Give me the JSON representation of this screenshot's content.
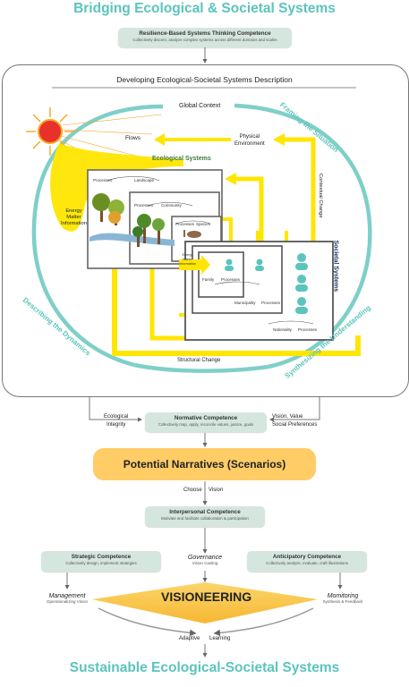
{
  "title": "Bridging Ecological & Societal Systems",
  "footer_title": "Sustainable Ecological-Societal Systems",
  "resilience": {
    "title": "Resilience-Based Systems Thinking Competence",
    "subtitle": "Collectively discern, analyze complex systems across different domains and scales"
  },
  "frame_title": "Developing Ecological-Societal Systems Description",
  "global_context": "Global Context",
  "flows": "Flows",
  "physical_environment": [
    "Physical",
    "Environment"
  ],
  "energy_matter_info": [
    "Energy",
    "Matter",
    "Information"
  ],
  "ecological_systems": "Ecological Systems",
  "societal_systems": "Societal Systems",
  "contextual_change": "Contextual Change",
  "structural_change": "Structural Change",
  "eco_labels": {
    "processes": "Processes",
    "landscape": "Landscape",
    "community": "Community",
    "species": "Species"
  },
  "soc_labels": {
    "family": "Family",
    "processes": "Processes",
    "municipality": "Municipality",
    "nationality": "Nationality"
  },
  "inner_energy": [
    "Energy",
    "Matter",
    "Information"
  ],
  "cycle": {
    "framing": "Framing the Situation",
    "describing": "Describing the Dynamics",
    "synthesizing": "Synthesizing the Understanding"
  },
  "ecological_integrity": [
    "Ecological",
    "Integrity"
  ],
  "vision_value": [
    "Vision, Value",
    "Social Preferences"
  ],
  "normative": {
    "title": "Normative Competence",
    "subtitle": "Collectively map, apply, reconcile values, justice, goals"
  },
  "narratives": "Potential Narratives (Scenarios)",
  "choose": "Choose",
  "vision": "Vision",
  "interpersonal": {
    "title": "Interpersonal Competence",
    "subtitle": "Motivate and facilitate collaboration & participation"
  },
  "strategic": {
    "title": "Strategic Competence",
    "subtitle": "Collectively design, implement strategies"
  },
  "anticipatory": {
    "title": "Anticipatory Competence",
    "subtitle": "Collectively analyze, evaluate, craft illustrations"
  },
  "governance": {
    "title": "Governance",
    "subtitle": "Vision Casting"
  },
  "management": {
    "title": "Management",
    "subtitle": "Operationalizing Vision"
  },
  "monitoring": {
    "title": "Momitoring",
    "subtitle": "Synthesis & Feedback"
  },
  "visioneering": "VISIONEERING",
  "adaptive": "Adaptive",
  "learning": "Learning",
  "colors": {
    "teal": "#5bc4bd",
    "box": "#d5e6df",
    "orange": "#ffcc66",
    "yellow": "#ffe600",
    "sun": "#e8312a",
    "navy": "#1f2d5c",
    "green": "#3c7a3a"
  }
}
